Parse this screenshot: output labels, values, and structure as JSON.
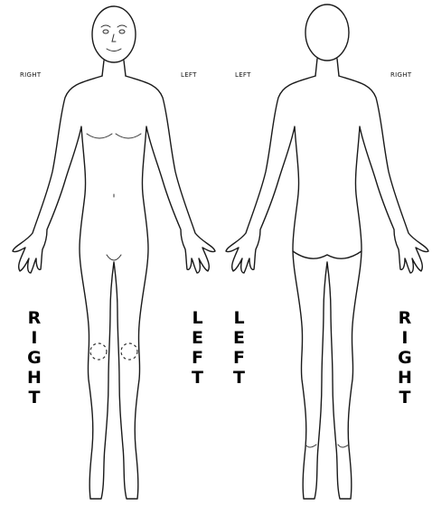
{
  "labels": {
    "front_top_right": "RIGHT",
    "front_top_left": "LEFT",
    "back_top_left": "LEFT",
    "back_top_right": "RIGHT",
    "front_side_right": "RIGHT",
    "front_side_left": "LEFT",
    "back_side_left": "LEFT",
    "back_side_right": "RIGHT"
  },
  "colors": {
    "outline": "#1a1a1a",
    "text": "#000000",
    "background": "#ffffff"
  }
}
